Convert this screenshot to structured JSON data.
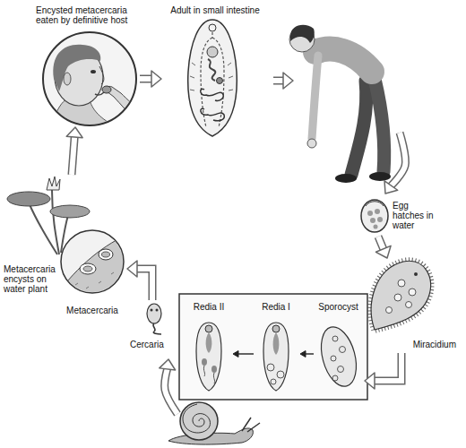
{
  "diagram": {
    "nodes": [
      {
        "text": [
          "Encysted metacercaria eaten by definitive host"
        ]
      },
      {
        "text": [
          "Adult in small intestine"
        ]
      },
      {
        "text": [
          "Egg hatches in water"
        ]
      },
      {
        "text": [
          "Miracidium"
        ]
      },
      {
        "text": [
          "Redia II"
        ]
      },
      {
        "text": [
          "Redia I"
        ]
      },
      {
        "text": [
          "Sporocyst"
        ]
      },
      {
        "text": [
          "Cercaria"
        ]
      },
      {
        "text": [
          "Metacercaria encysts on water plant"
        ]
      },
      {
        "text": [
          "Metacercaria"
        ],
        "in": 8
      }
    ],
    "edges": [
      {
        "from": 0,
        "to": 1,
        "arrow": "to"
      },
      {
        "from": 2,
        "to": 3,
        "arrow": "to"
      },
      {
        "from": 3,
        "to": 6,
        "arrow": "to"
      },
      {
        "from": 6,
        "to": 5,
        "arrow": "to"
      },
      {
        "from": 5,
        "to": 4,
        "arrow": "to"
      },
      {
        "from": 7,
        "to": 9,
        "arrow": "to"
      },
      {
        "from": 8,
        "to": 0,
        "arrow": "to"
      }
    ]
  }
}
